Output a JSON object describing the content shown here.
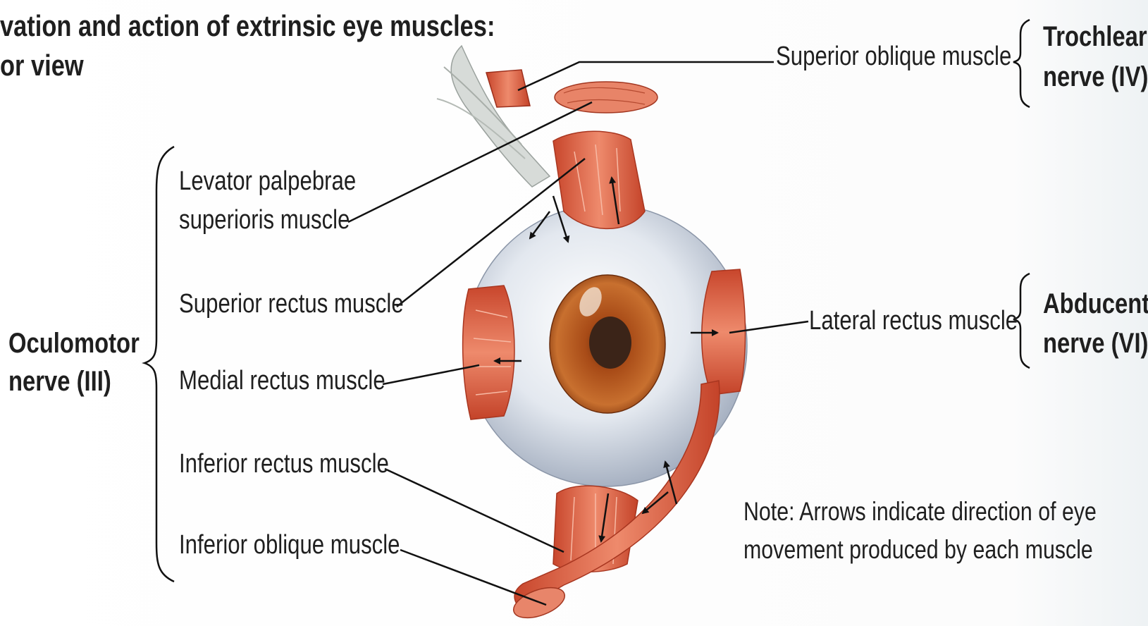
{
  "title": {
    "line1": "vation and action of extrinsic eye muscles:",
    "line2": "or view"
  },
  "labels": {
    "superior_oblique": "Superior oblique muscle",
    "levator_line1": "Levator palpebrae",
    "levator_line2": "superioris muscle",
    "superior_rectus": "Superior rectus muscle",
    "medial_rectus": "Medial rectus muscle",
    "inferior_rectus": "Inferior rectus muscle",
    "inferior_oblique": "Inferior oblique muscle",
    "lateral_rectus": "Lateral rectus muscle"
  },
  "nerves": {
    "oculomotor_line1": "Oculomotor",
    "oculomotor_line2": "nerve (III)",
    "trochlear_line1": "Trochlear",
    "trochlear_line2": "nerve (IV)",
    "abducent_line1": "Abducent",
    "abducent_line2": "nerve (VI)"
  },
  "note": {
    "line1": "Note: Arrows indicate direction of eye",
    "line2": "movement produced by each muscle"
  },
  "colors": {
    "muscle": "#d9563a",
    "muscle_light": "#ef9a7e",
    "sclera": "#d6dde6",
    "iris": "#b2561f",
    "pupil": "#3b2418",
    "text": "#1f1f1f"
  }
}
